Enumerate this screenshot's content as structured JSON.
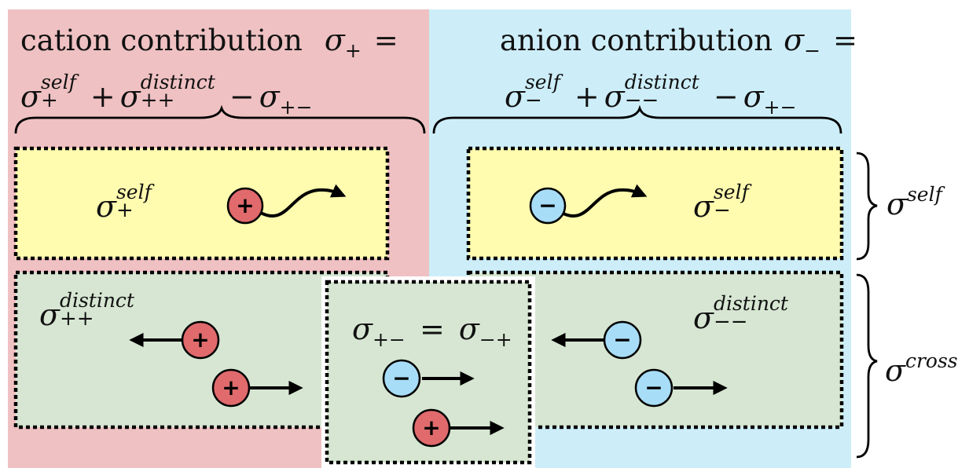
{
  "cation_header": {
    "line1": "cation contribution",
    "line1_math": "σ",
    "line1_sub": "+",
    "line1_eq": "=",
    "line2_sigma": "σ",
    "line2_sup": "self",
    "line2_sub": "+",
    "line2_plus": "+",
    "line2_sigma2": "σ",
    "line2_sup2": "distinct",
    "line2_sub2": "++",
    "line2_minus": "−",
    "line2_sigma3": "σ",
    "line2_sub3": "+−"
  },
  "anion_header": {
    "line1": "anion contribution",
    "line1_math": "σ",
    "line1_sub": "−",
    "line1_eq": "=",
    "line2_sigma": "σ",
    "line2_sup": "self",
    "line2_sub": "−",
    "line2_plus": "+",
    "line2_sigma2": "σ",
    "line2_sup2": "distinct",
    "line2_sub2": "−−",
    "line2_minus": "−",
    "line2_sigma3": "σ",
    "line2_sub3": "+−"
  },
  "boxes": {
    "cation_self": {
      "sigma": "σ",
      "sup": "self",
      "sub": "+"
    },
    "anion_self": {
      "sigma": "σ",
      "sup": "self",
      "sub": "−"
    },
    "cation_distinct": {
      "sigma": "σ",
      "sup": "distinct",
      "sub": "++"
    },
    "anion_distinct": {
      "sigma": "σ",
      "sup": "distinct",
      "sub": "−−"
    },
    "cross": {
      "sigma1": "σ",
      "sub1": "+−",
      "eq": "=",
      "sigma2": "σ",
      "sub2": "−+"
    }
  },
  "side_labels": {
    "self": {
      "sigma": "σ",
      "sup": "self"
    },
    "cross": {
      "sigma": "σ",
      "sup": "cross"
    }
  },
  "ion_symbols": {
    "cation": "+",
    "anion": "−"
  },
  "colors": {
    "cation_panel": "#efc1c2",
    "anion_panel": "#cdeef9",
    "self_box": "#fffbaf",
    "distinct_box": "#d6e6d2",
    "cation_ion": "#e06a6c",
    "anion_ion": "#a8ddf7"
  }
}
